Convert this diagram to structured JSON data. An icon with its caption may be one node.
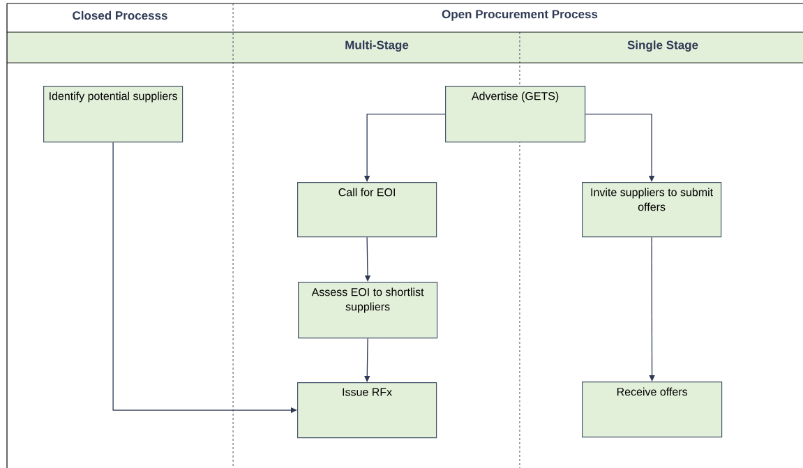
{
  "diagram": {
    "nodes": [
      {
        "text": [
          "Identify potential suppliers"
        ]
      },
      {
        "text": [
          "Advertise (GETS)"
        ]
      },
      {
        "text": [
          "Call for EOI"
        ]
      },
      {
        "text": [
          "Assess EOI to shortlist suppliers"
        ]
      },
      {
        "text": [
          "Issue RFx"
        ]
      },
      {
        "text": [
          "Invite suppliers to submit offers"
        ]
      },
      {
        "text": [
          "Receive offers"
        ]
      }
    ],
    "edges": [
      {
        "from": 1,
        "to": 2,
        "arrow": "to"
      },
      {
        "from": 1,
        "to": 5,
        "arrow": "to"
      },
      {
        "from": 2,
        "to": 3,
        "arrow": "to"
      },
      {
        "from": 3,
        "to": 4,
        "arrow": "to"
      },
      {
        "from": 0,
        "to": 4,
        "arrow": "to"
      },
      {
        "from": 5,
        "to": 6,
        "arrow": "to"
      }
    ],
    "labels": [
      "Closed Processs",
      "Open Procurement Process",
      "Multi-Stage",
      "Single Stage"
    ]
  }
}
